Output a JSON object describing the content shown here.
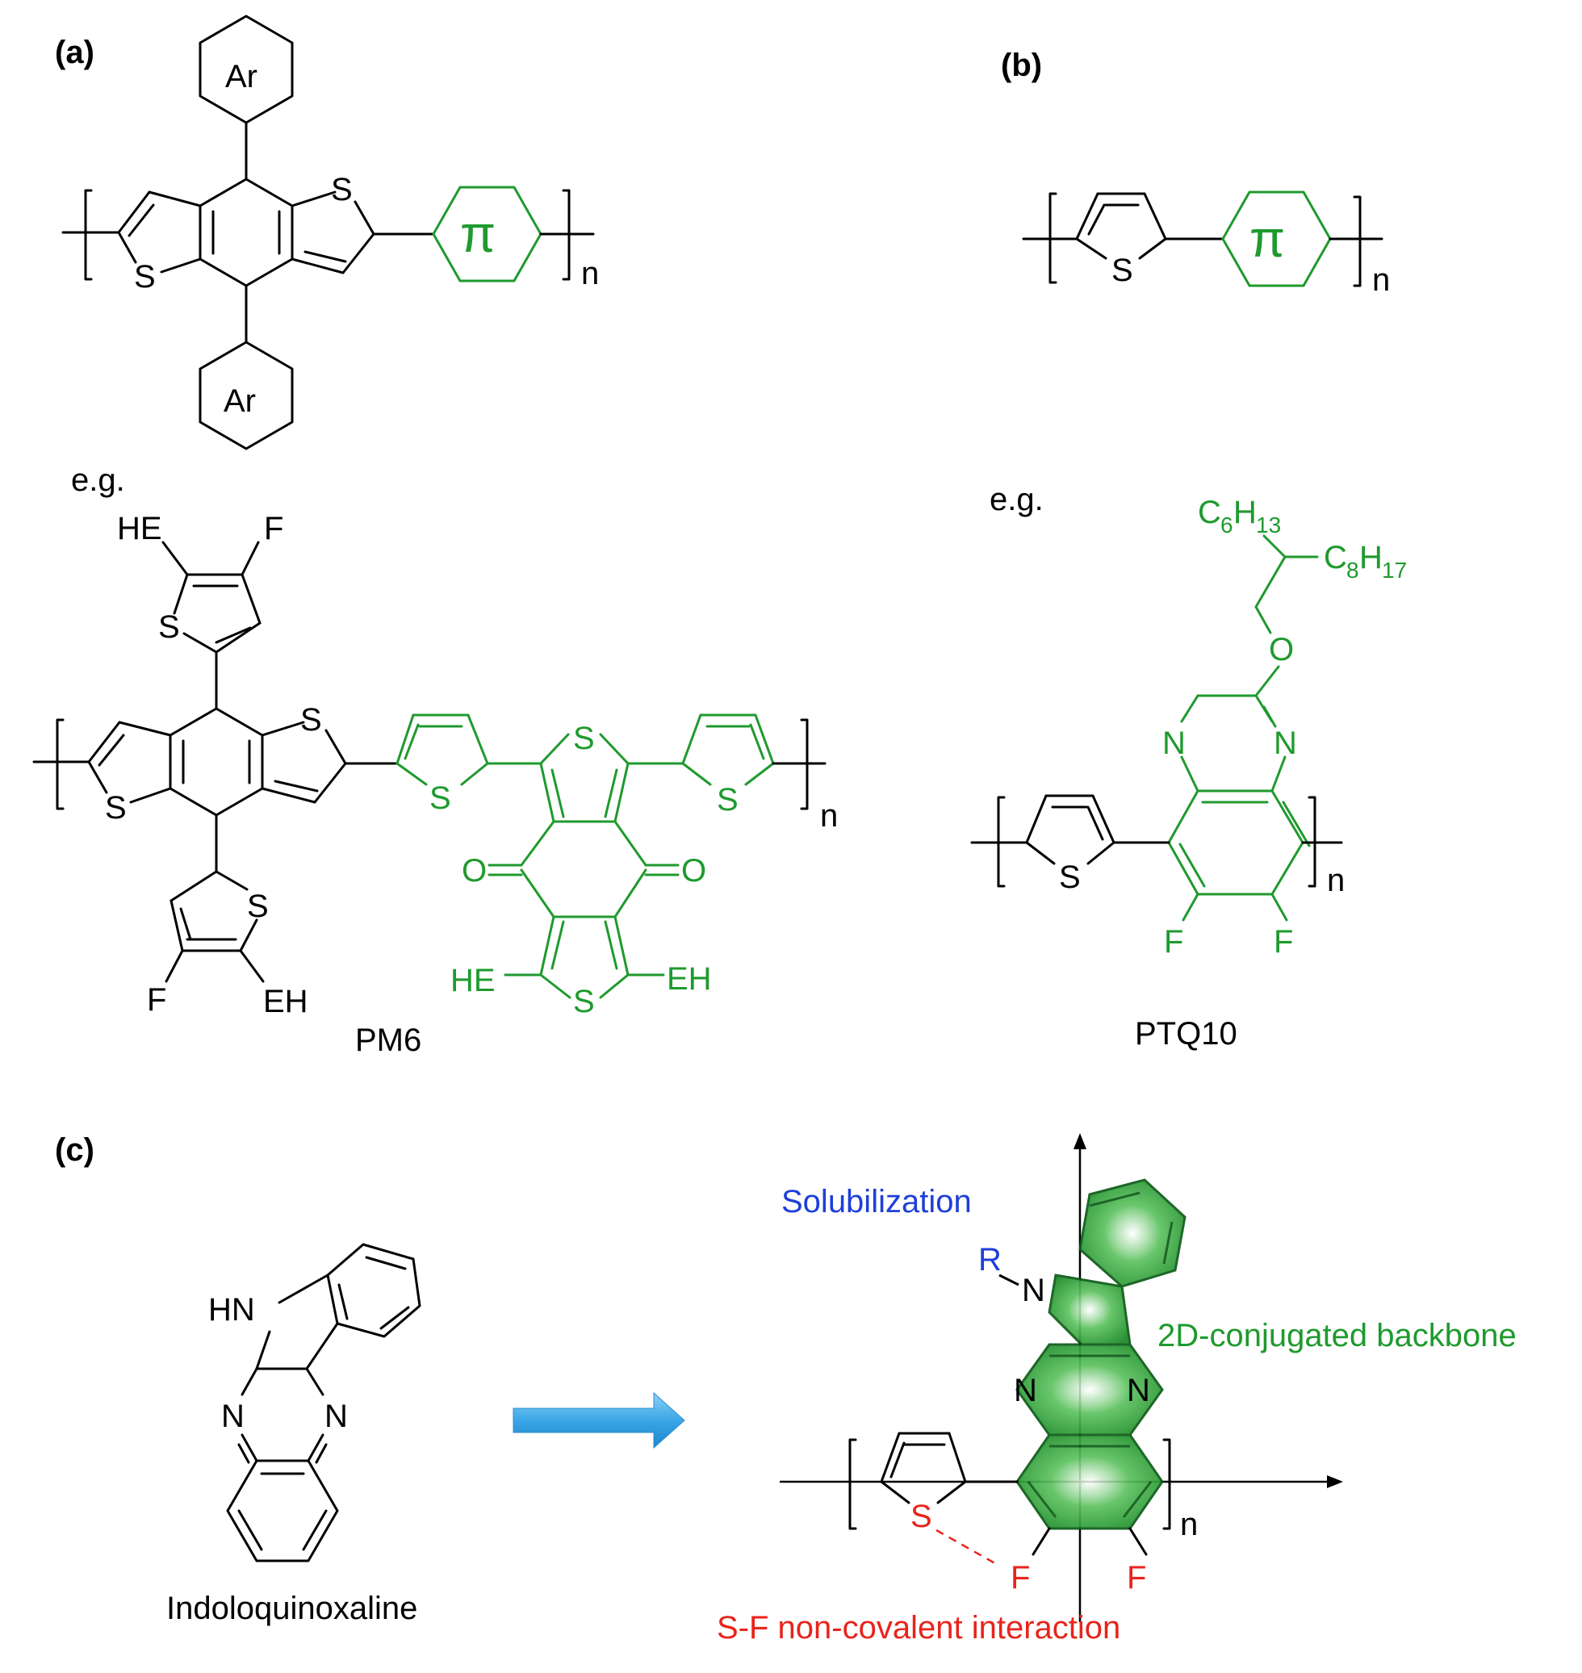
{
  "panels": {
    "a": "(a)",
    "b": "(b)",
    "c": "(c)"
  },
  "generic": {
    "ar_top": "Ar",
    "ar_bottom": "Ar",
    "pi_a": "π",
    "pi_b": "π",
    "n_a": "n",
    "n_b": "n",
    "s_a1": "S",
    "s_a2": "S",
    "s_b": "S"
  },
  "examples": {
    "eg_a": "e.g.",
    "eg_b": "e.g."
  },
  "pm6": {
    "name": "PM6",
    "he_top": "HE",
    "f_top": "F",
    "s_top": "S",
    "s_core1": "S",
    "s_core2": "S",
    "s_bot": "S",
    "f_bot": "F",
    "eh_bot": "EH",
    "s_g1": "S",
    "s_g2": "S",
    "s_g3": "S",
    "s_g4": "S",
    "o_left": "O",
    "o_right": "O",
    "he_g": "HE",
    "eh_g": "EH",
    "n": "n"
  },
  "ptq10": {
    "name": "PTQ10",
    "c6": "C",
    "c6_sub": "6",
    "h13": "H",
    "h13_sub": "13",
    "c8": "C",
    "c8_sub": "8",
    "h17": "H",
    "h17_sub": "17",
    "o": "O",
    "n_left": "N",
    "n_right": "N",
    "s": "S",
    "f_left": "F",
    "f_right": "F",
    "n": "n"
  },
  "indolo": {
    "name": "Indoloquinoxaline",
    "hn": "HN",
    "n_left": "N",
    "n_right": "N"
  },
  "design": {
    "solubilization": "Solubilization",
    "backbone": "2D-conjugated backbone",
    "sf": "S-F non-covalent interaction",
    "r": "R",
    "n_top": "N",
    "n_left": "N",
    "n_right": "N",
    "s": "S",
    "f_left": "F",
    "f_right": "F",
    "n": "n"
  },
  "colors": {
    "green": "#1f9a2e",
    "blue": "#1f3fd8",
    "red": "#e8241c",
    "arrow": "#3aa6e6"
  }
}
